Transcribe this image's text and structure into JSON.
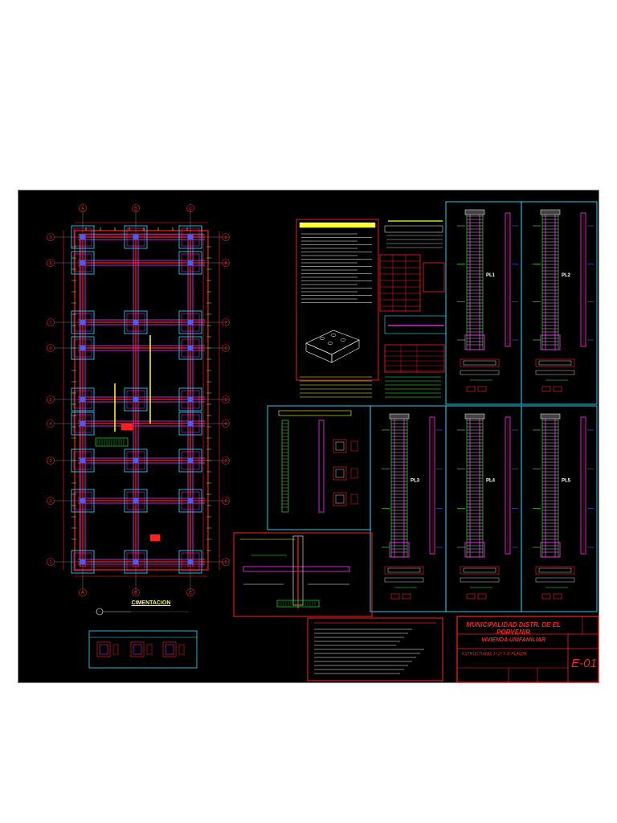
{
  "colors": {
    "background": "#000000",
    "page": "#ffffff",
    "red": "#ff2020",
    "cyan": "#33e0ff",
    "magenta": "#ff33ff",
    "yellow": "#ffff33",
    "green": "#33ff33",
    "blue": "#4060ff",
    "white": "#ffffff",
    "grey": "#9a9a9a"
  },
  "plan": {
    "column_axes": [
      "A",
      "B",
      "C"
    ],
    "row_axes": [
      "1",
      "2",
      "3",
      "4",
      "5",
      "6",
      "7",
      "8",
      "9"
    ],
    "title": "CIMENTACION"
  },
  "column_panels": [
    {
      "label": "PL1"
    },
    {
      "label": "PL2"
    },
    {
      "label": "PL3"
    },
    {
      "label": "PL4"
    },
    {
      "label": "PL5"
    }
  ],
  "title_block": {
    "client": "MUNICIPALIDAD DISTR. DE EL PORVENIR",
    "project": "VIVIENDA UNIFAMILIAR",
    "sheet_name": "ESTRUCTURAS 1º,2º Y 3º PLANTA",
    "sheet_number": "E-01"
  }
}
